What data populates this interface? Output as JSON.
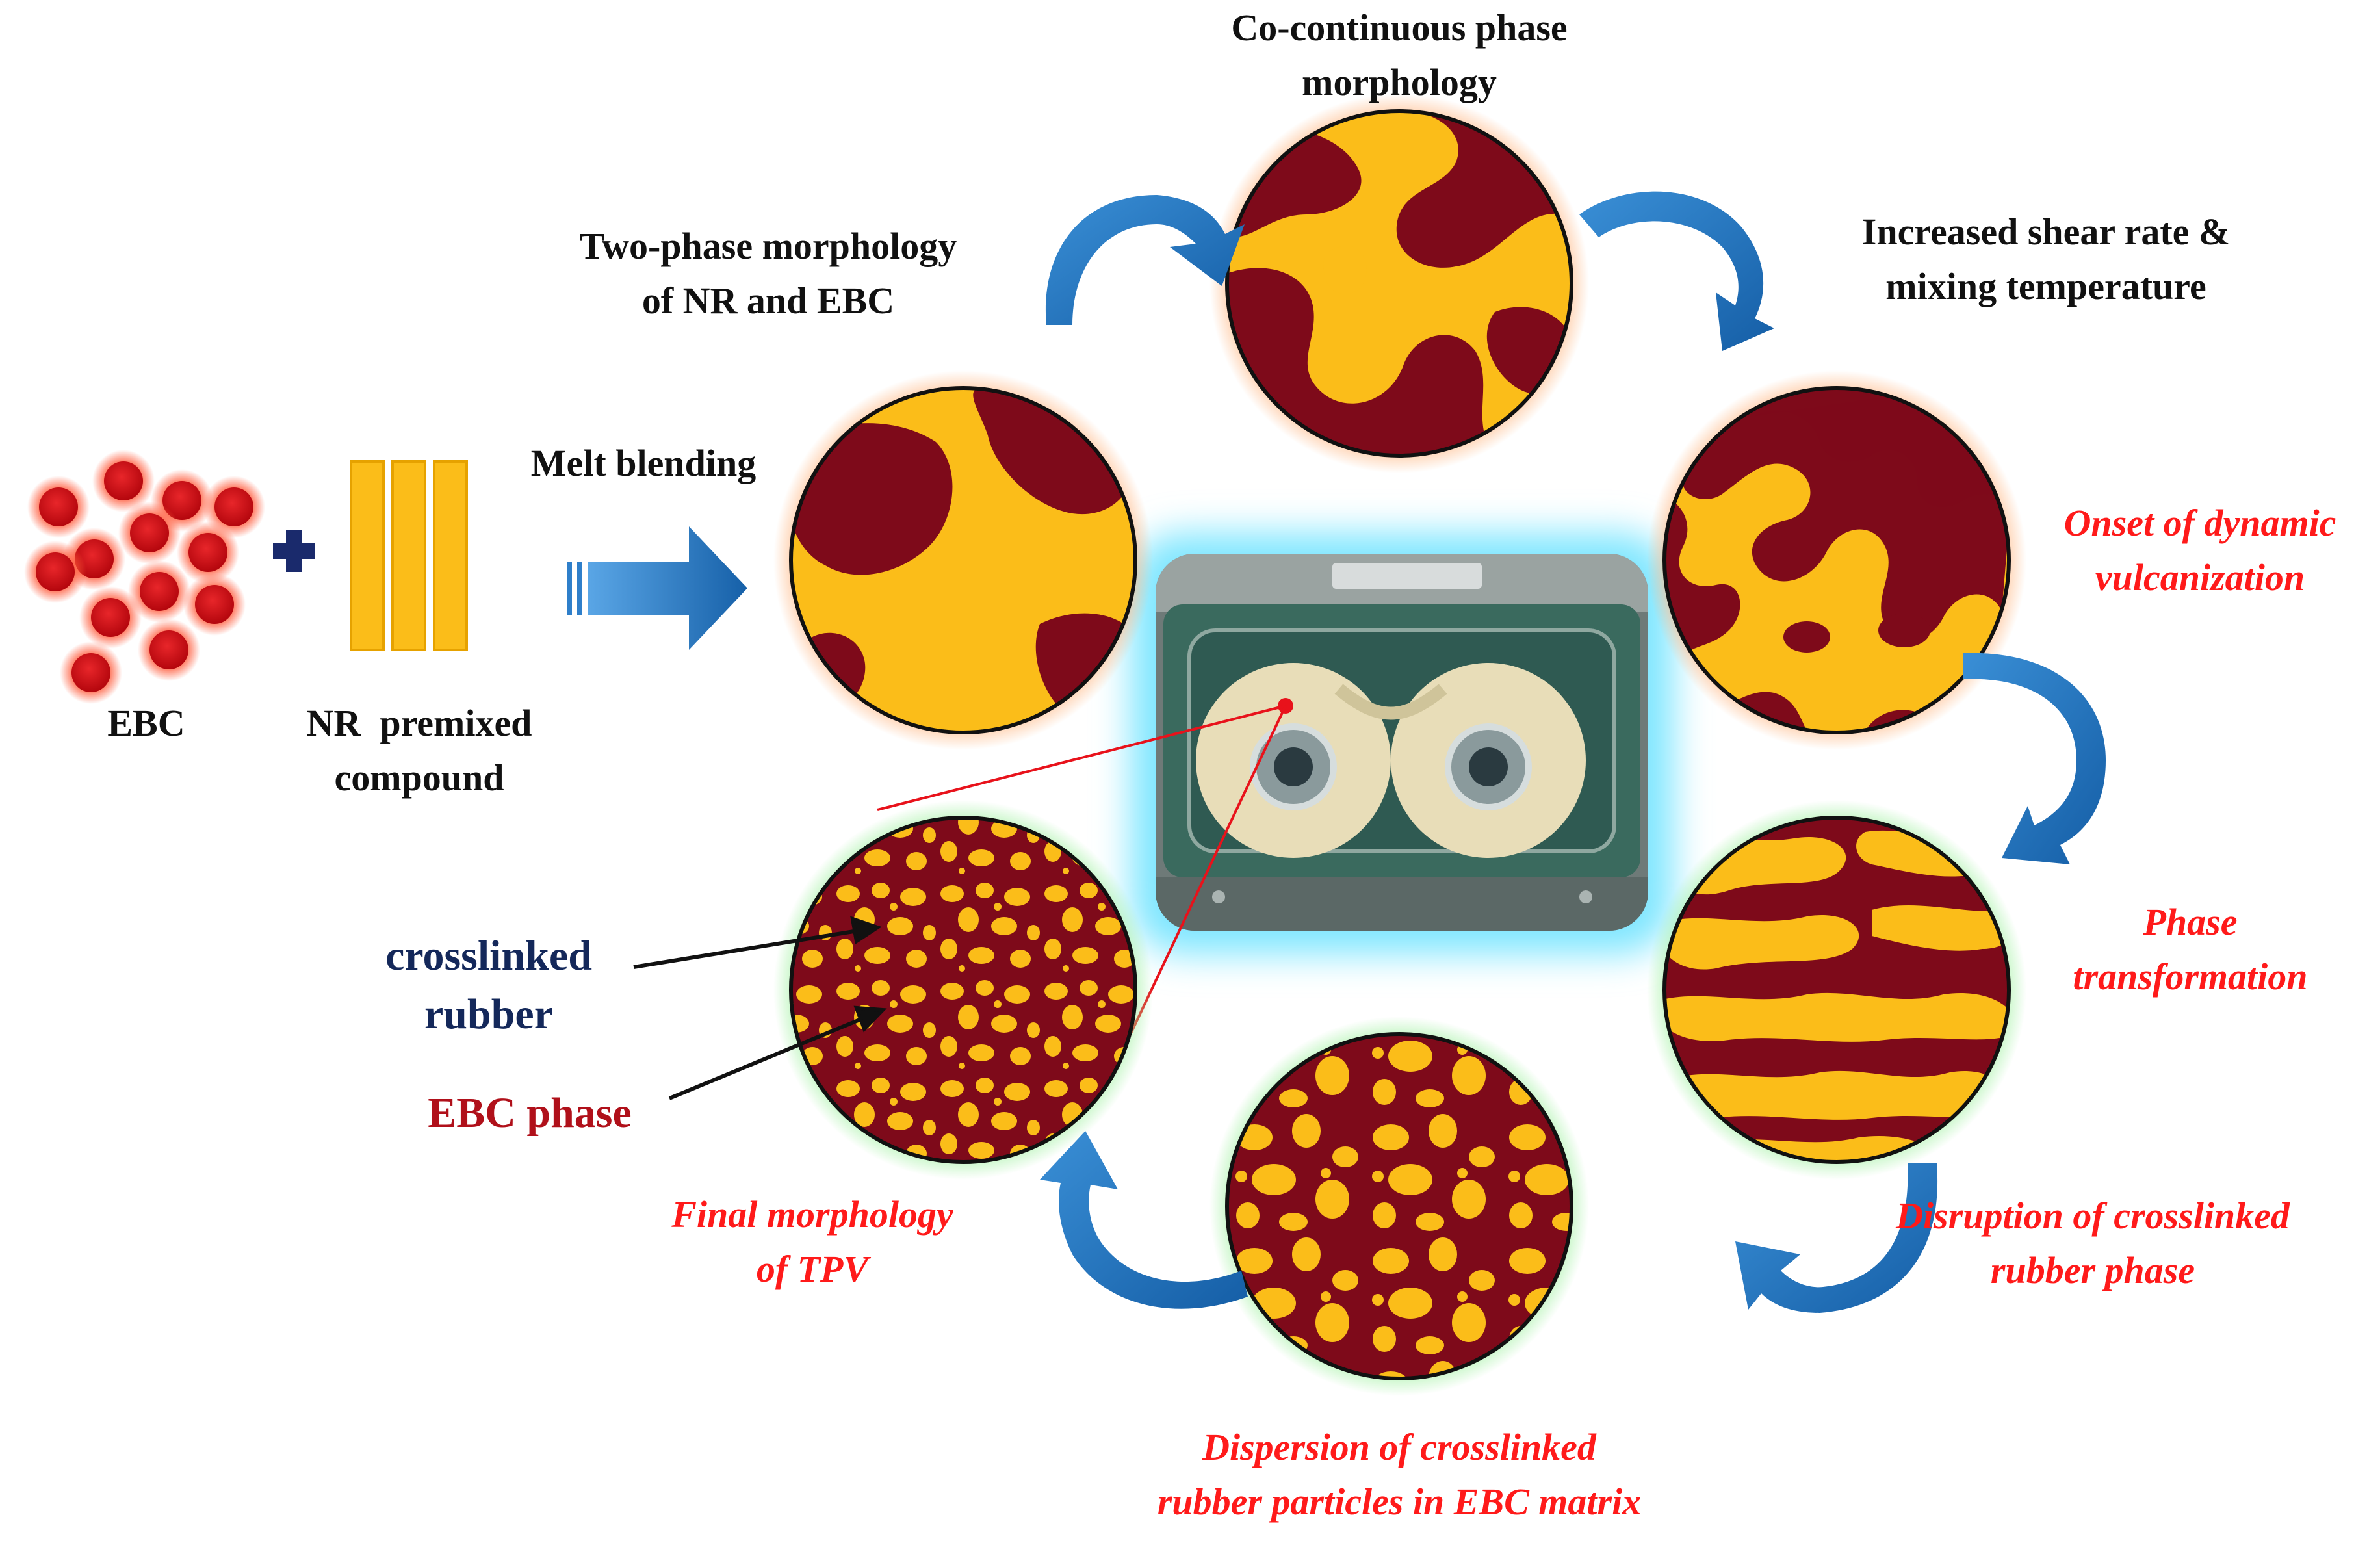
{
  "ingredients": {
    "ebc_label": "EBC",
    "nr_label_line1": "NR  premixed",
    "nr_label_line2": "compound",
    "blending_label": "Melt blending"
  },
  "stages": {
    "s1": {
      "line1": "Two-phase morphology",
      "line2": "of NR and EBC"
    },
    "s2": {
      "line1": "Co-continuous phase",
      "line2": "morphology"
    },
    "s3": {
      "line1": "Increased shear rate &",
      "line2": "mixing temperature"
    },
    "s4": {
      "line1": "Onset of dynamic",
      "line2": "vulcanization"
    },
    "s5": {
      "line1": "Phase",
      "line2": "transformation"
    },
    "s6": {
      "line1": "Disruption of crosslinked",
      "line2": "rubber phase"
    },
    "s7": {
      "line1": "Dispersion of crosslinked",
      "line2": "rubber particles in EBC matrix"
    },
    "s8": {
      "line1": "Final morphology",
      "line2": "of TPV"
    }
  },
  "annotations": {
    "crosslinked_line1": "crosslinked",
    "crosslinked_line2": "rubber",
    "ebc_phase": "EBC phase"
  },
  "colors": {
    "rubber_yellow": "#fbbd19",
    "ebc_maroon": "#7e0a1a",
    "arrow_blue": "#1f6fb4",
    "label_red": "#ff1a1a",
    "label_navy": "#14285a",
    "label_darkred": "#b0101a",
    "glow_orange": "#ffb27a",
    "glow_green": "#9df09d",
    "glow_cyan": "#7ee6ff"
  },
  "icons": [
    "plus-icon",
    "mixer-photo",
    "curved-arrow-icon",
    "block-arrow-icon"
  ]
}
